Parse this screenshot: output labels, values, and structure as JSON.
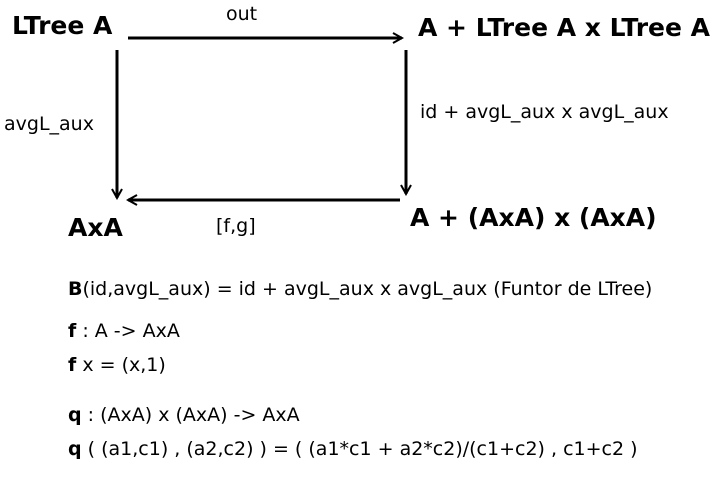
{
  "diagram": {
    "nodes": {
      "ltree": "LTree A",
      "sum_ltree": "A + LTree A x LTree A",
      "sum_pair": "A + (AxA) x (AxA)",
      "axa": "AxA"
    },
    "arrows": {
      "out": "out",
      "left": "avgL_aux",
      "right": "id + avgL_aux x avgL_aux",
      "bottom": "[f,g]"
    }
  },
  "equations": {
    "functor": {
      "head": "B",
      "rest": "(id,avgL_aux) = id + avgL_aux x avgL_aux (Funtor de LTree)"
    },
    "f_type": {
      "head": "f",
      "rest": " : A -> AxA"
    },
    "f_def": {
      "head": "f",
      "rest": " x = (x,1)"
    },
    "q_type": {
      "head": "q",
      "rest": " : (AxA) x (AxA) -> AxA"
    },
    "q_def": {
      "head": "q",
      "rest": " ( (a1,c1) , (a2,c2) ) = ( (a1*c1 + a2*c2)/(c1+c2) , c1+c2 )"
    }
  }
}
